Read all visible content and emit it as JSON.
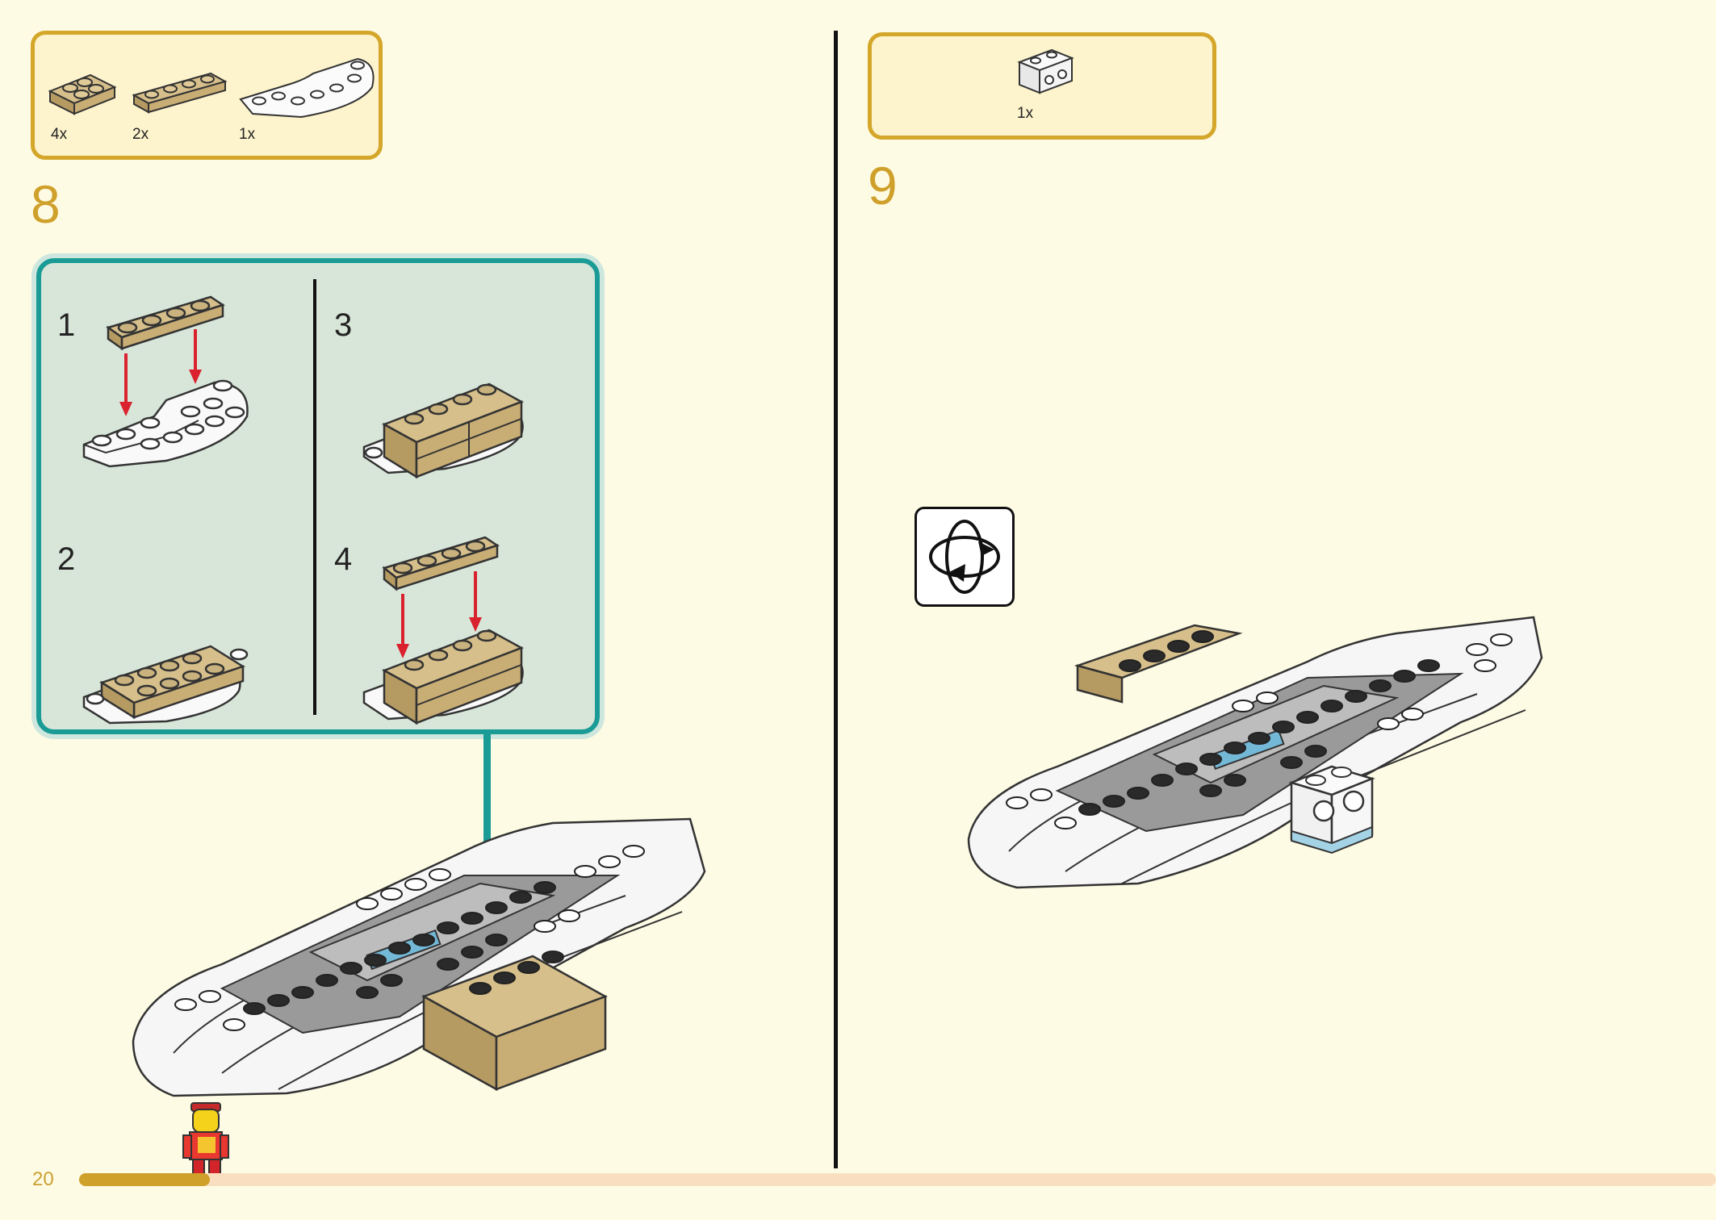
{
  "left_page": {
    "parts": [
      {
        "qty": "4x",
        "icon": "tan-plate-2x2-icon"
      },
      {
        "qty": "2x",
        "icon": "tan-plate-1x4-icon"
      },
      {
        "qty": "1x",
        "icon": "white-round-plate-icon"
      }
    ],
    "step_number": "8",
    "sub_steps": [
      "1",
      "2",
      "3",
      "4"
    ],
    "page_number": "20"
  },
  "right_page": {
    "parts": [
      {
        "qty": "1x",
        "icon": "white-brick-with-holes-icon"
      }
    ],
    "step_number": "9",
    "rotate_icon": "rotate-model-icon"
  },
  "colors": {
    "accent": "#d4a62a",
    "teal": "#1a9b95",
    "tan": "#d6bf8a",
    "arrow_red": "#d9222e",
    "progress_fill": "#cfa02a",
    "progress_track": "#f9dfc0"
  },
  "progress": {
    "fraction": 0.08
  }
}
